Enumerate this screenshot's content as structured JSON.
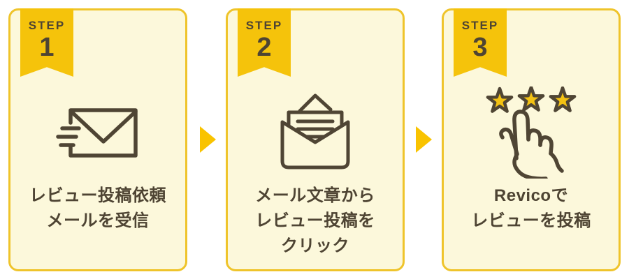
{
  "colors": {
    "card-bg": "#FCF8DB",
    "card-border": "#EFC42B",
    "ribbon": "#F5C30B",
    "arrow": "#F9C300",
    "text-brown": "#4E4433",
    "icon-stroke": "#4F4534",
    "star-fill": "#F3C213"
  },
  "steps": [
    {
      "ribbon_label": "STEP",
      "number": "1",
      "icon": "mail-send-icon",
      "lines": [
        "レビュー投稿依頼",
        "メールを受信"
      ]
    },
    {
      "ribbon_label": "STEP",
      "number": "2",
      "icon": "mail-open-icon",
      "lines": [
        "メール文章から",
        "レビュー投稿を",
        "クリック"
      ]
    },
    {
      "ribbon_label": "STEP",
      "number": "3",
      "icon": "stars-and-tap-icon",
      "lines": [
        "Revicoで",
        "レビューを投稿"
      ]
    }
  ]
}
